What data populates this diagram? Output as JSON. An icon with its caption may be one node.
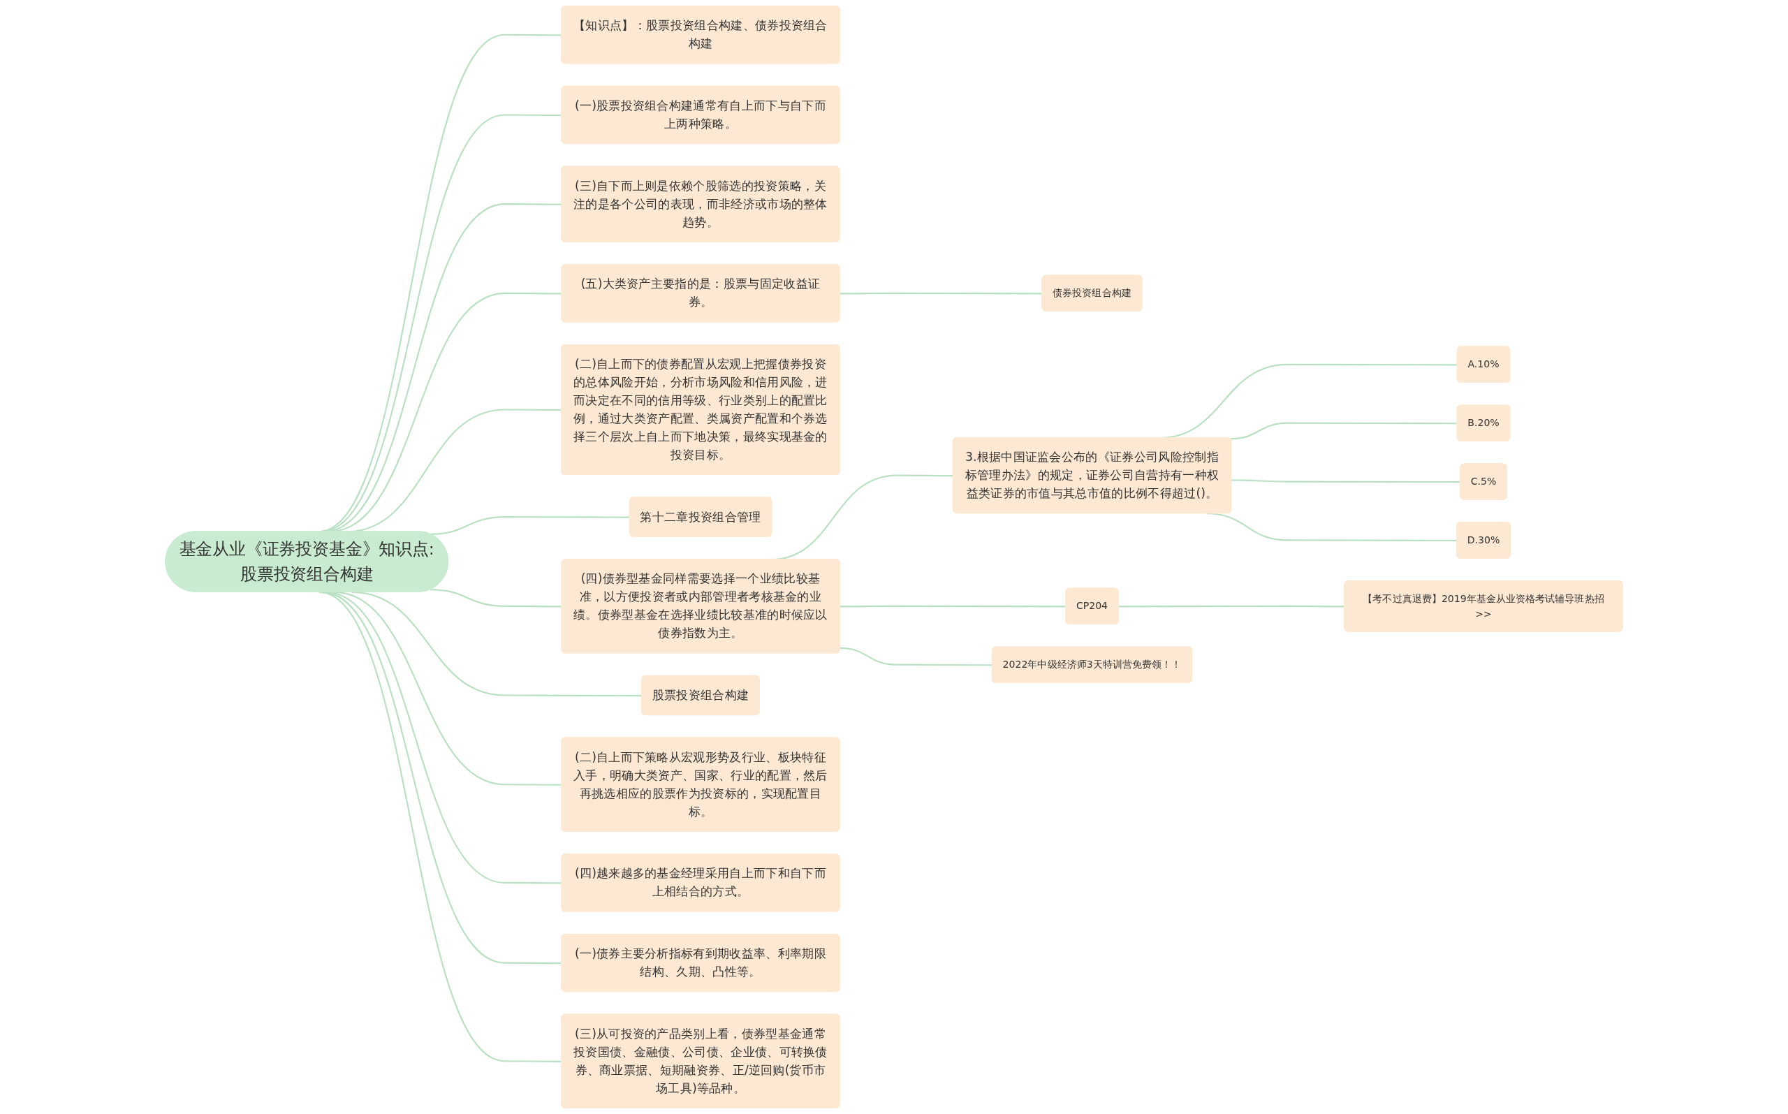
{
  "diagram": {
    "nodes": [
      {
        "text": [
          "基金从业《证券投资基金》知识点:股票投资组合构建"
        ]
      },
      {
        "text": [
          "【知识点】：股票投资组合构建、债券投资组合构建"
        ]
      },
      {
        "text": [
          "(一)股票投资组合构建通常有自上而下与自下而上两种策略。"
        ]
      },
      {
        "text": [
          "(三)自下而上则是依赖个股筛选的投资策略，关注的是各个公司的表现，而非经济或市场的整体趋势。"
        ]
      },
      {
        "text": [
          "债券投资组合构建"
        ]
      },
      {
        "text": [
          "(五)大类资产主要指的是：股票与固定收益证券。"
        ]
      },
      {
        "text": [
          "(二)自上而下的债券配置从宏观上把握债券投资的总体风险开始，分析市场风险和信用风险，进而决定在不同的信用等级、行业类别上的配置比例，通过大类资产配置、类属资产配置和个券选择三个层次上自上而下地决策，最终实现基金的投资目标。"
        ]
      },
      {
        "text": [
          "A.10%"
        ]
      },
      {
        "text": [
          "B.20%"
        ]
      },
      {
        "text": [
          "C.5%"
        ]
      },
      {
        "text": [
          "D.30%"
        ]
      },
      {
        "text": [
          "3.根据中国证监会公布的《证券公司风险控制指标管理办法》的规定，证券公司自营持有一种权益类证券的市值与其总市值的比例不得超过()。"
        ]
      },
      {
        "text": [
          "【考不过真退费】2019年基金从业资格考试辅导班热招>>"
        ]
      },
      {
        "text": [
          "CP204"
        ]
      },
      {
        "text": [
          "2022年中级经济师3天特训营免费领！！"
        ]
      },
      {
        "text": [
          "(四)债券型基金同样需要选择一个业绩比较基准，以方便投资者或内部管理者考核基金的业绩。债券型基金在选择业绩比较基准的时候应以债券指数为主。"
        ]
      },
      {
        "text": [
          "第十二章投资组合管理"
        ]
      },
      {
        "text": [
          "股票投资组合构建"
        ]
      },
      {
        "text": [
          "(二)自上而下策略从宏观形势及行业、板块特征入手，明确大类资产、国家、行业的配置，然后再挑选相应的股票作为投资标的，实现配置目标。"
        ]
      },
      {
        "text": [
          "(四)越来越多的基金经理采用自上而下和自下而上相结合的方式。"
        ]
      },
      {
        "text": [
          "(一)债券主要分析指标有到期收益率、利率期限结构、久期、凸性等。"
        ]
      },
      {
        "text": [
          "(三)从可投资的产品类别上看，债券型基金通常投资国债、金融债、公司债、企业债、可转换债券、商业票据、短期融资券、正/逆回购(货币市场工具)等品种。"
        ]
      }
    ],
    "edges": [
      {
        "from": 0,
        "to": 1,
        "arrow": "none"
      },
      {
        "from": 0,
        "to": 2,
        "arrow": "none"
      },
      {
        "from": 0,
        "to": 3,
        "arrow": "none"
      },
      {
        "from": 0,
        "to": 5,
        "arrow": "none"
      },
      {
        "from": 5,
        "to": 4,
        "arrow": "none"
      },
      {
        "from": 0,
        "to": 6,
        "arrow": "none"
      },
      {
        "from": 0,
        "to": 16,
        "arrow": "none"
      },
      {
        "from": 0,
        "to": 15,
        "arrow": "none"
      },
      {
        "from": 15,
        "to": 11,
        "arrow": "none"
      },
      {
        "from": 11,
        "to": 7,
        "arrow": "none"
      },
      {
        "from": 11,
        "to": 8,
        "arrow": "none"
      },
      {
        "from": 11,
        "to": 9,
        "arrow": "none"
      },
      {
        "from": 11,
        "to": 10,
        "arrow": "none"
      },
      {
        "from": 15,
        "to": 13,
        "arrow": "none"
      },
      {
        "from": 13,
        "to": 12,
        "arrow": "none"
      },
      {
        "from": 15,
        "to": 14,
        "arrow": "none"
      },
      {
        "from": 0,
        "to": 17,
        "arrow": "none"
      },
      {
        "from": 0,
        "to": 18,
        "arrow": "none"
      },
      {
        "from": 0,
        "to": 19,
        "arrow": "none"
      },
      {
        "from": 0,
        "to": 20,
        "arrow": "none"
      },
      {
        "from": 0,
        "to": 21,
        "arrow": "none"
      }
    ]
  }
}
